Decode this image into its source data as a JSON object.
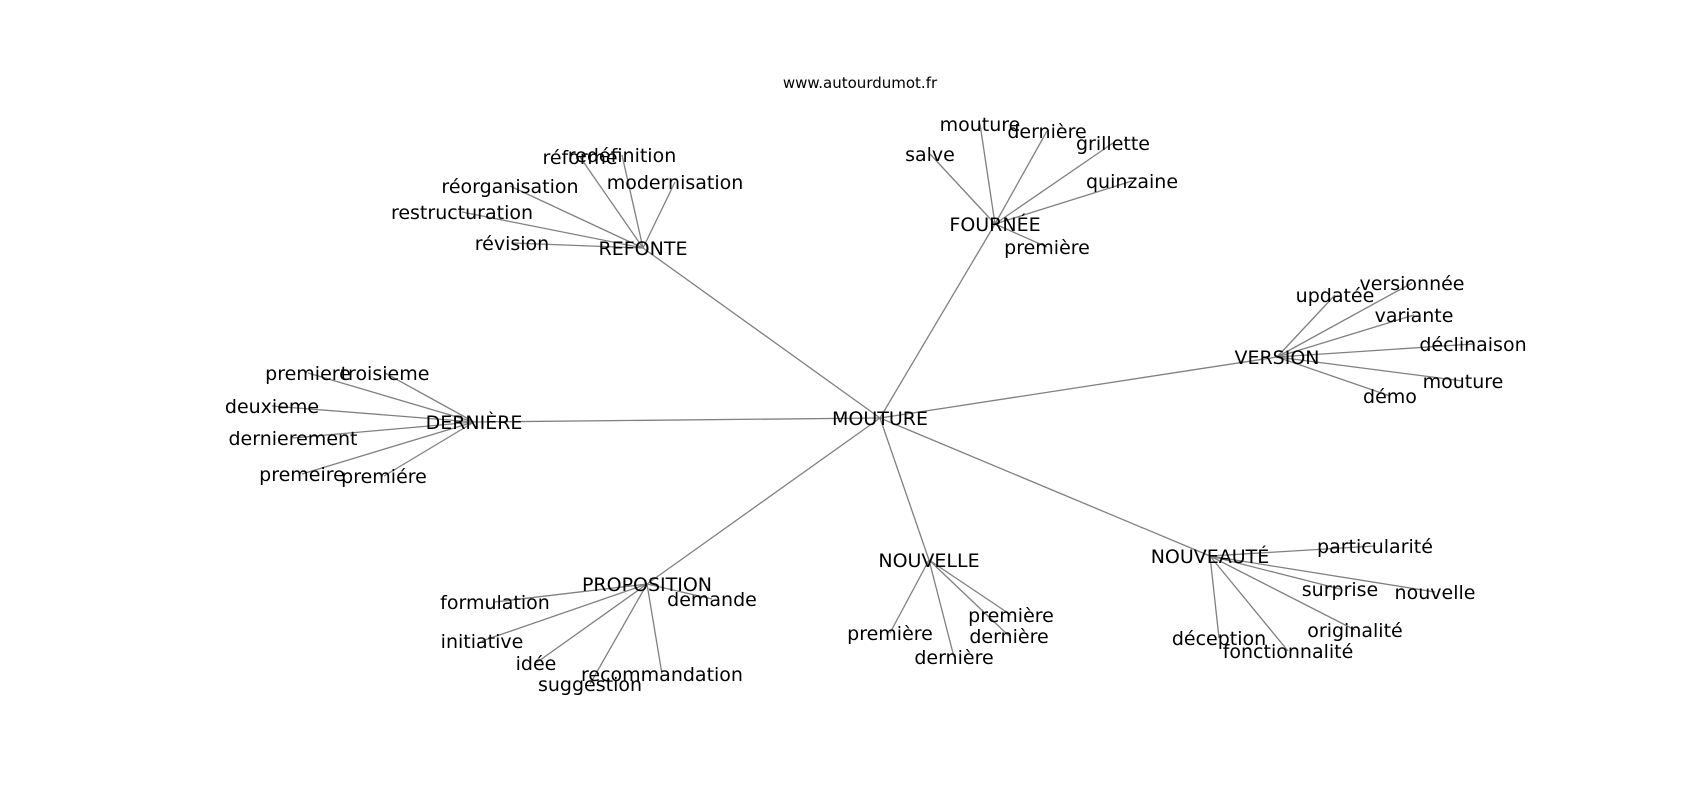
{
  "site_url": "www.autourdumot.fr",
  "edge_color": "#808080",
  "text_color": "#000000",
  "center": "MOUTURE",
  "hubs": [
    {
      "label": "REFONTE",
      "words": [
        "réforme",
        "redéfinition",
        "réorganisation",
        "modernisation",
        "restructuration",
        "révision"
      ]
    },
    {
      "label": "FOURNÉE",
      "words": [
        "mouture",
        "dernière",
        "salve",
        "grillette",
        "quinzaine",
        "première"
      ]
    },
    {
      "label": "VERSION",
      "words": [
        "updatée",
        "versionnée",
        "variante",
        "déclinaison",
        "mouture",
        "démo"
      ]
    },
    {
      "label": "DERNIÈRE",
      "words": [
        "premiere",
        "troisieme",
        "deuxieme",
        "dernierement",
        "premeire",
        "premiére"
      ]
    },
    {
      "label": "PROPOSITION",
      "words": [
        "formulation",
        "demande",
        "initiative",
        "idée",
        "recommandation",
        "suggestion"
      ]
    },
    {
      "label": "NOUVELLE",
      "words": [
        "première",
        "première",
        "dernière",
        "dernière"
      ]
    },
    {
      "label": "NOUVEAUTÉ",
      "words": [
        "particularité",
        "surprise",
        "nouvelle",
        "originalité",
        "déception",
        "fonctionnalité"
      ]
    }
  ]
}
